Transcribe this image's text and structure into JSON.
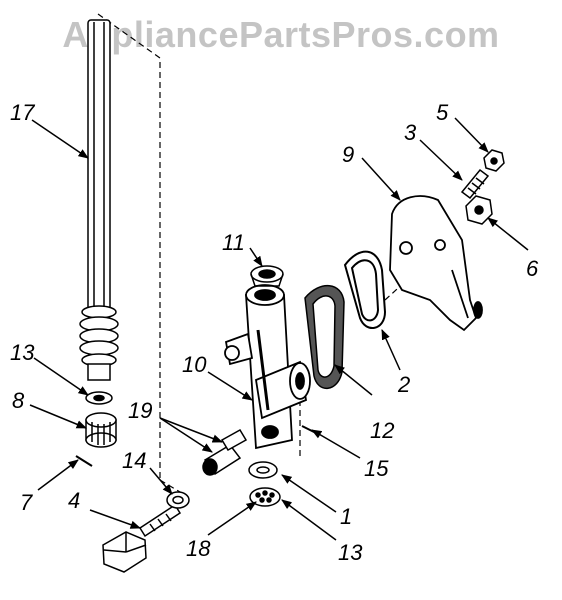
{
  "watermark": "AppliancePartsPros.com",
  "callouts": {
    "c1": "1",
    "c2": "2",
    "c3": "3",
    "c4": "4",
    "c5": "5",
    "c6": "6",
    "c7": "7",
    "c8": "8",
    "c9": "9",
    "c10": "10",
    "c11": "11",
    "c12": "12",
    "c13a": "13",
    "c13b": "13",
    "c14": "14",
    "c15": "15",
    "c17": "17",
    "c18": "18",
    "c19": "19"
  },
  "colors": {
    "line": "#000000",
    "watermark": "#c4c4c4"
  }
}
